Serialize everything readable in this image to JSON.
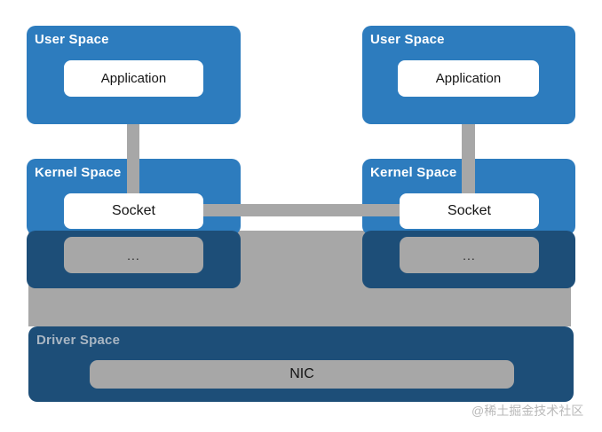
{
  "watermark": "@稀土掘金技术社区",
  "colors": {
    "space_blue": "#2d7cbe",
    "space_navy": "#1d4e78",
    "connector_gray": "#a7a7a7",
    "box_white": "#ffffff",
    "driver_label_text": "#a9b6c3",
    "watermark_text": "#b9b9b9",
    "box_label_text": "#141414"
  },
  "columns": {
    "left": {
      "user_space": {
        "label": "User Space",
        "application": "Application"
      },
      "kernel_space": {
        "label": "Kernel Space",
        "socket": "Socket",
        "queue": "..."
      }
    },
    "right": {
      "user_space": {
        "label": "User Space",
        "application": "Application"
      },
      "kernel_space": {
        "label": "Kernel Space",
        "socket": "Socket",
        "queue": "..."
      }
    }
  },
  "driver_space": {
    "label": "Driver Space",
    "nic": "NIC"
  }
}
